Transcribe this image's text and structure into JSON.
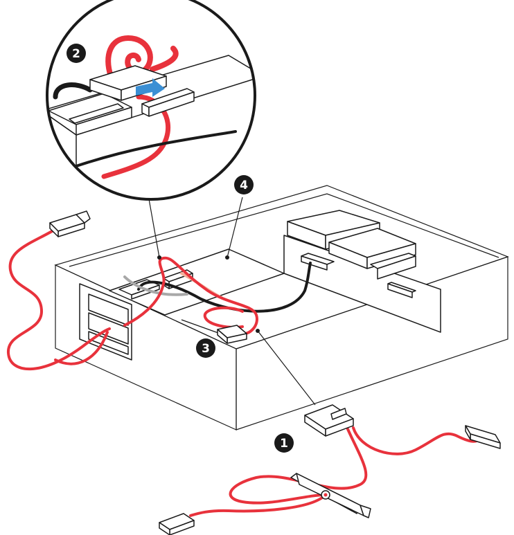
{
  "colors": {
    "cable": "#e8323c",
    "cable_light": "#f2b09a",
    "cable_gray": "#a8a8a8",
    "outline": "#1a1a1a",
    "accent_arrow": "#3b8fd4",
    "background": "#ffffff",
    "fill": "#ffffff"
  },
  "step_markers": [
    {
      "id": "step-1",
      "label": "1"
    },
    {
      "id": "step-2",
      "label": "2"
    },
    {
      "id": "step-3",
      "label": "3"
    },
    {
      "id": "step-4",
      "label": "4"
    }
  ]
}
